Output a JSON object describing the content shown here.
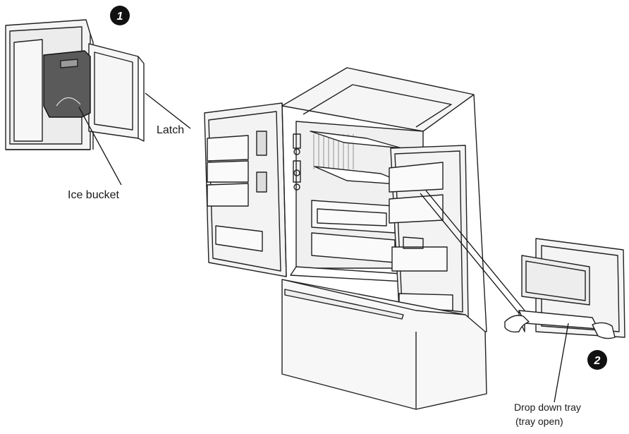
{
  "labels": {
    "latch": "Latch",
    "ice_bucket": "Ice bucket",
    "drop_down_tray_line1": "Drop down tray",
    "drop_down_tray_line2": "(tray open)"
  },
  "step_markers": [
    "1",
    "2"
  ],
  "colors": {
    "line": "#222222",
    "fill_light": "#f4f4f4",
    "fill_mid": "#d9d9d9",
    "fill_dark": "#5a5a5a",
    "marker": "#111111"
  }
}
